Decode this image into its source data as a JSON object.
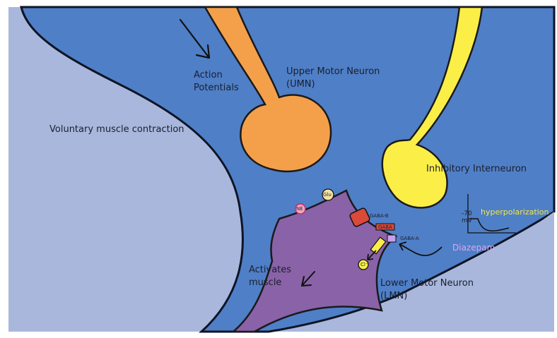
{
  "labels": {
    "action_potentials": "Action\nPotentials",
    "umn": "Upper Motor Neuron\n(UMN)",
    "voluntary": "Voluntary muscle contraction",
    "inhibitory": "Inhibitory Interneuron",
    "hyperpolarization": "hyperpolarization",
    "diazepam": "Diazepam",
    "activates": "Activates\nmuscle",
    "lmn": "Lower Motor Neuron\n(LMN)",
    "gaba_b": "GABA-B",
    "gaba_a": "GABA-A",
    "gaba": "GABA",
    "ne": "NE",
    "glu": "Glu",
    "cl": "Cl⁻",
    "voltage_tick": "-70\nmV"
  },
  "colors": {
    "background_light": "#a9b7dc",
    "background_blue": "#4f7fc7",
    "umn_orange": "#f4a04a",
    "interneuron_yellow": "#fbee47",
    "lmn_purple": "#8a62a8",
    "hyperpolarization_text": "#f3e74b",
    "diazepam_text": "#d9a9f2",
    "gaba_red": "#d94a3a"
  }
}
